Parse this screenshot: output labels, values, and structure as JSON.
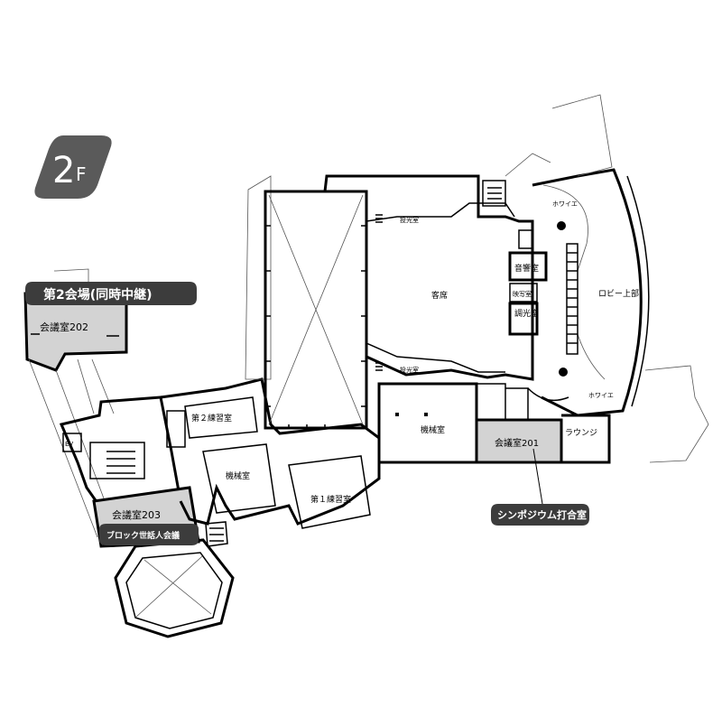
{
  "floor": {
    "number": "2",
    "suffix": "F"
  },
  "venue_tag": "第2会場(同時中継)",
  "rooms": {
    "kaigi202": "会議室202",
    "kaigi203": "会議室203",
    "kaigi201": "会議室201",
    "kyakuseki": "客席",
    "onkyo": "音響室",
    "eishi": "映写室",
    "choko": "調光室",
    "lobby": "ロビー上部",
    "foyer_top": "ホワイエ",
    "foyer_bottom": "ホワイエ",
    "lounge": "ラウンジ",
    "kikai_main": "機械室",
    "kikai_side": "機械室",
    "renshu2": "第２練習室",
    "renshu1": "第１練習室",
    "toko_top": "投光室",
    "toko_bottom": "投光室",
    "ev": "EV"
  },
  "tags": {
    "block": "ブロック世話人会議",
    "symposium": "シンポジウム打合室"
  },
  "colors": {
    "highlight": "#d3d3d3",
    "badge": "#5a5a5a",
    "tag_dark": "#3c3c3c"
  }
}
